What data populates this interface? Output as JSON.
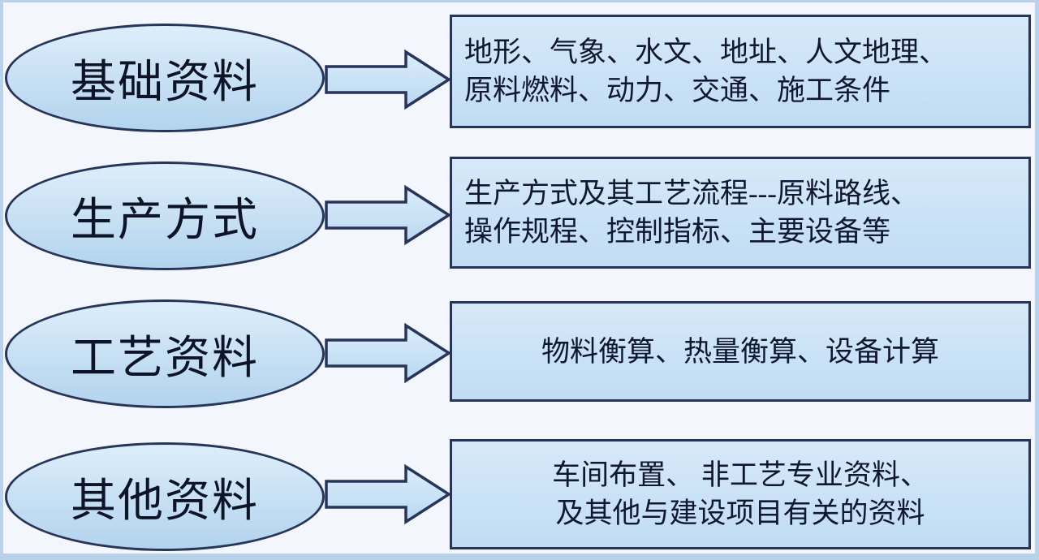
{
  "colors": {
    "background": "#f3f6fc",
    "frame": "#b9d2ec",
    "node_fill_top": "#ddeefb",
    "node_fill_bottom": "#b2d4ee",
    "box_fill": "#cbe2f6",
    "stroke": "#27355a",
    "text": "#101830"
  },
  "rows": [
    {
      "label": "基础资料",
      "lines": [
        "地形、气象、水文、地址、人文地理、",
        "原料燃料、动力、交通、施工条件"
      ]
    },
    {
      "label": "生产方式",
      "lines": [
        "生产方式及其工艺流程---原料路线、",
        "操作规程、控制指标、主要设备等"
      ]
    },
    {
      "label": "工艺资料",
      "lines": [
        "物料衡算、热量衡算、设备计算"
      ]
    },
    {
      "label": "其他资料",
      "lines": [
        "车间布置、 非工艺专业资料、",
        "及其他与建设项目有关的资料"
      ]
    }
  ]
}
